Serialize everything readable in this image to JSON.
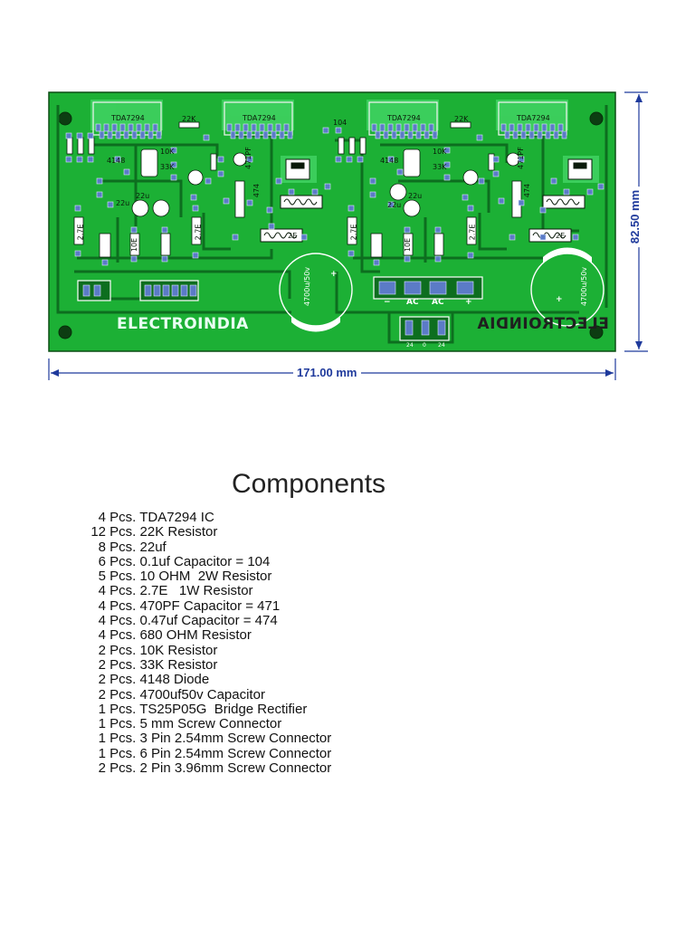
{
  "board": {
    "dimensions": {
      "width": "171.00 mm",
      "height": "82.50 mm"
    },
    "brand_text": "ELECTROINDIA",
    "ic_label": "TDA7294",
    "labels": {
      "r22k": "22K",
      "c104": "104",
      "r10k": "10K",
      "r33k": "33K",
      "d4148": "4148",
      "c22u": "22u",
      "c471": "471PF",
      "c474": "474",
      "r27e": "2.7E",
      "r10e": "10E",
      "r2e": "2E",
      "cap_big": "4700u/50v",
      "power_minus": "−",
      "power_ac1": "AC",
      "power_ac2": "AC",
      "power_plus": "+",
      "tb_left": "24",
      "tb_mid": "0",
      "tb_right": "24",
      "cap_plus": "+"
    },
    "colors": {
      "board": "#1cb035",
      "copper": "#0d6e1f",
      "pad": "#5b7bc7",
      "mask": "#3fd160",
      "dimension": "#1f3a9c"
    }
  },
  "components": {
    "title": "Components",
    "items": [
      {
        "qty": "4",
        "desc": "Pcs. TDA7294 IC"
      },
      {
        "qty": "12",
        "desc": "Pcs. 22K Resistor"
      },
      {
        "qty": "8",
        "desc": "Pcs. 22uf"
      },
      {
        "qty": "6",
        "desc": "Pcs. 0.1uf Capacitor = 104"
      },
      {
        "qty": "5",
        "desc": "Pcs. 10 OHM  2W Resistor"
      },
      {
        "qty": "4",
        "desc": "Pcs. 2.7E   1W Resistor"
      },
      {
        "qty": "4",
        "desc": "Pcs. 470PF Capacitor = 471"
      },
      {
        "qty": "4",
        "desc": "Pcs. 0.47uf Capacitor = 474"
      },
      {
        "qty": "4",
        "desc": "Pcs. 680 OHM Resistor"
      },
      {
        "qty": "2",
        "desc": "Pcs. 10K Resistor"
      },
      {
        "qty": "2",
        "desc": "Pcs. 33K Resistor"
      },
      {
        "qty": "2",
        "desc": "Pcs. 4148 Diode"
      },
      {
        "qty": "2",
        "desc": "Pcs. 4700uf50v Capacitor"
      },
      {
        "qty": "1",
        "desc": "Pcs. TS25P05G  Bridge Rectifier"
      },
      {
        "qty": "1",
        "desc": "Pcs. 5 mm Screw Connector"
      },
      {
        "qty": "1",
        "desc": "Pcs. 3 Pin 2.54mm Screw Connector"
      },
      {
        "qty": "1",
        "desc": "Pcs. 6 Pin 2.54mm Screw Connector"
      },
      {
        "qty": "2",
        "desc": "Pcs. 2 Pin 3.96mm Screw Connector"
      }
    ]
  }
}
